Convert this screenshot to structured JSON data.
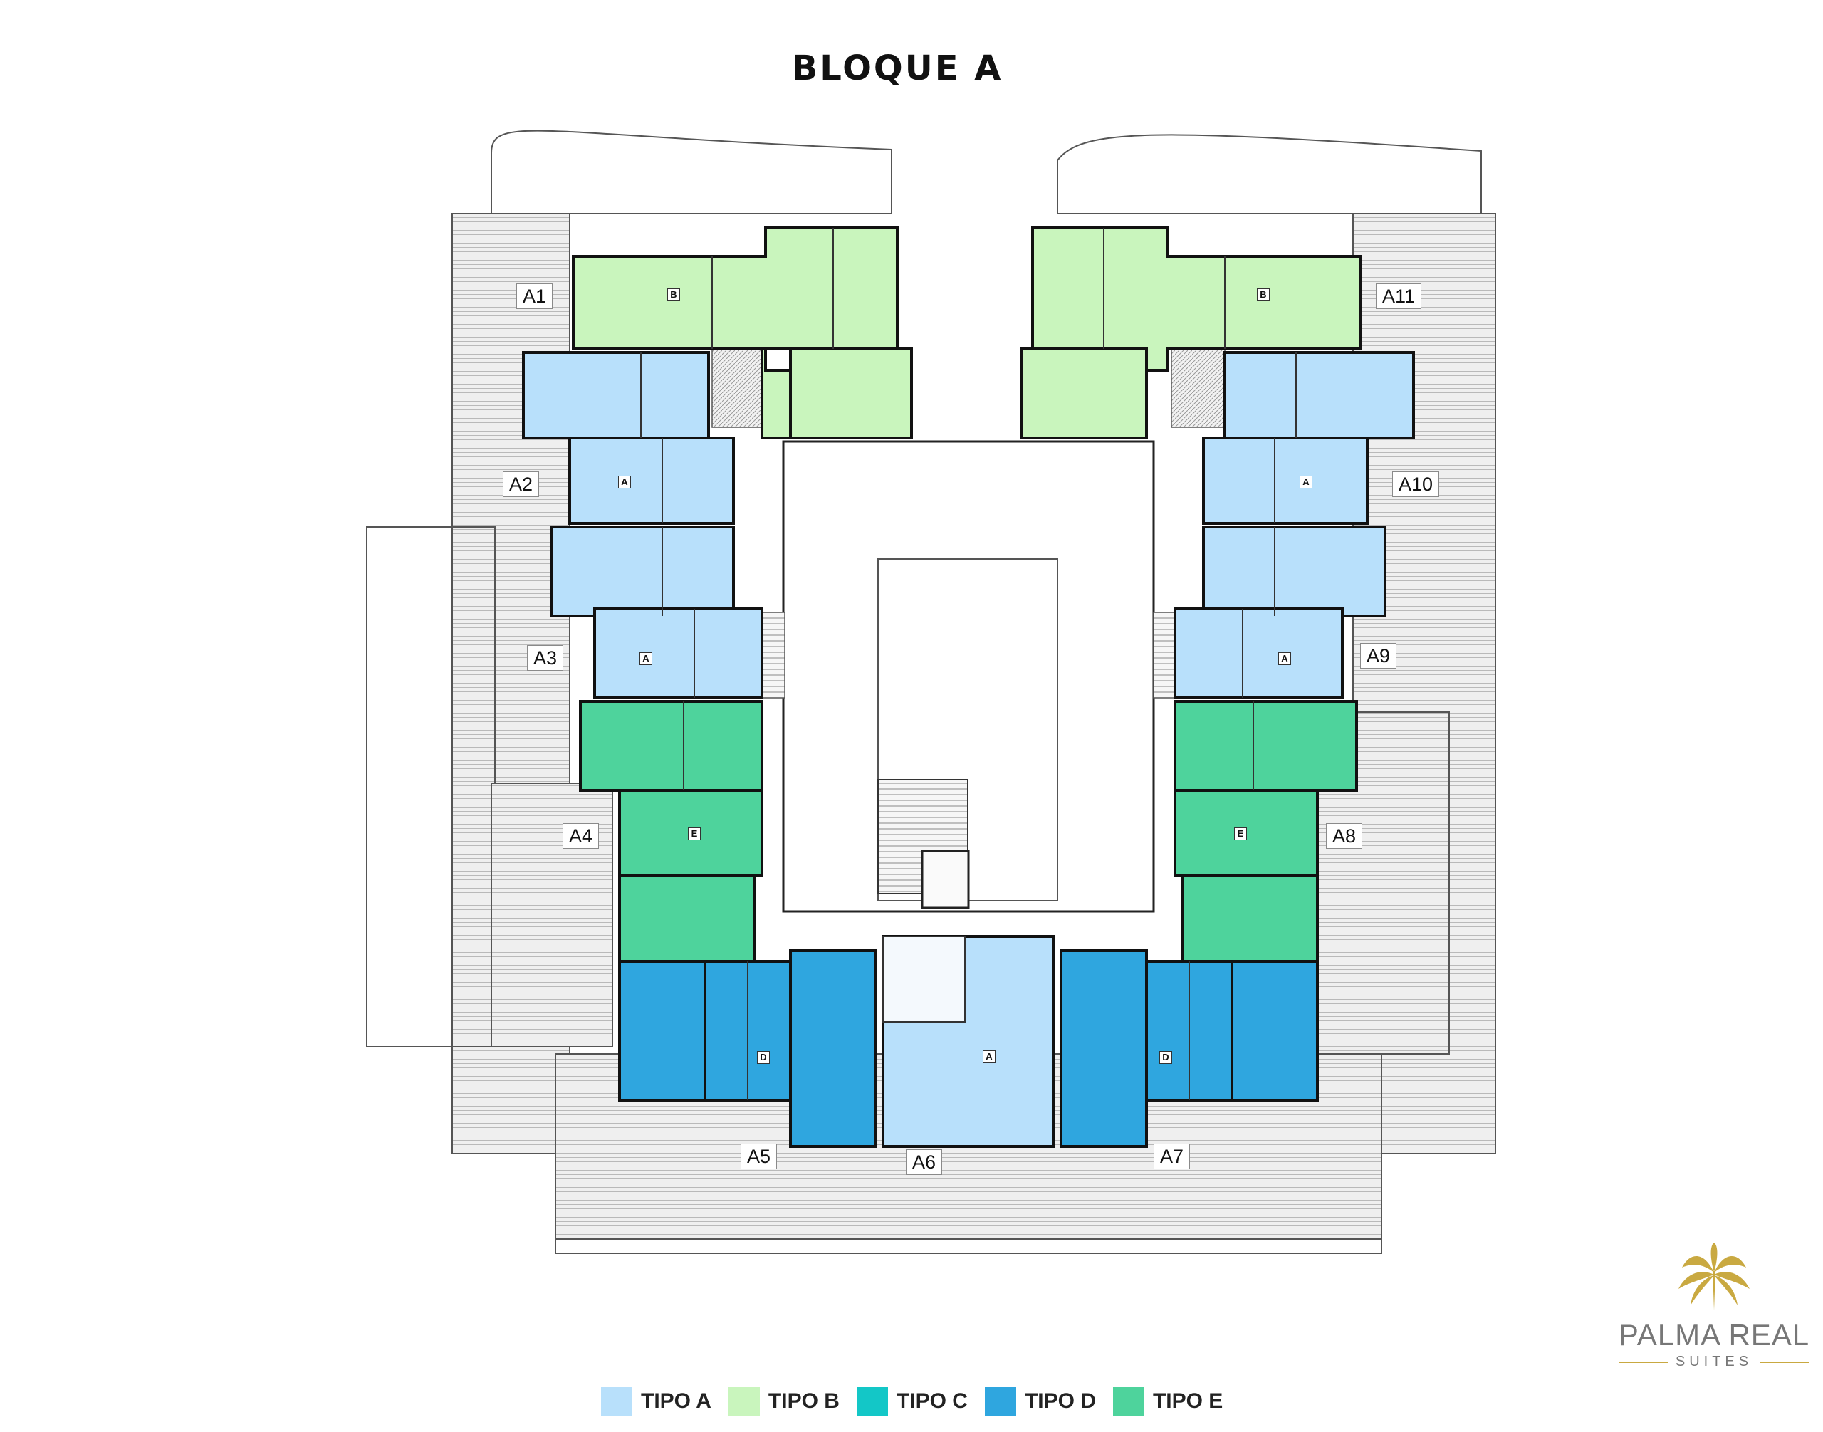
{
  "title": "BLOQUE A",
  "colors": {
    "tipo_a": "#b8e0fb",
    "tipo_b": "#c9f5bd",
    "tipo_c": "#13c7c7",
    "tipo_d": "#2fa6df",
    "tipo_e": "#4ed39c",
    "terrace": "#e9e9e9",
    "wall": "#111111",
    "gold": "#c9a941"
  },
  "units": [
    {
      "id": "A1",
      "type": "B"
    },
    {
      "id": "A2",
      "type": "A"
    },
    {
      "id": "A3",
      "type": "A"
    },
    {
      "id": "A4",
      "type": "E"
    },
    {
      "id": "A5",
      "type": "D"
    },
    {
      "id": "A6",
      "type": "A"
    },
    {
      "id": "A7",
      "type": "D"
    },
    {
      "id": "A8",
      "type": "E"
    },
    {
      "id": "A9",
      "type": "A"
    },
    {
      "id": "A10",
      "type": "A"
    },
    {
      "id": "A11",
      "type": "B"
    }
  ],
  "legend": [
    {
      "label": "TIPO A",
      "color_key": "tipo_a"
    },
    {
      "label": "TIPO B",
      "color_key": "tipo_b"
    },
    {
      "label": "TIPO C",
      "color_key": "tipo_c"
    },
    {
      "label": "TIPO D",
      "color_key": "tipo_d"
    },
    {
      "label": "TIPO E",
      "color_key": "tipo_e"
    }
  ],
  "brand": {
    "name": "PALMA REAL",
    "subtitle": "SUITES",
    "logo_icon": "palm-leaf-icon"
  }
}
